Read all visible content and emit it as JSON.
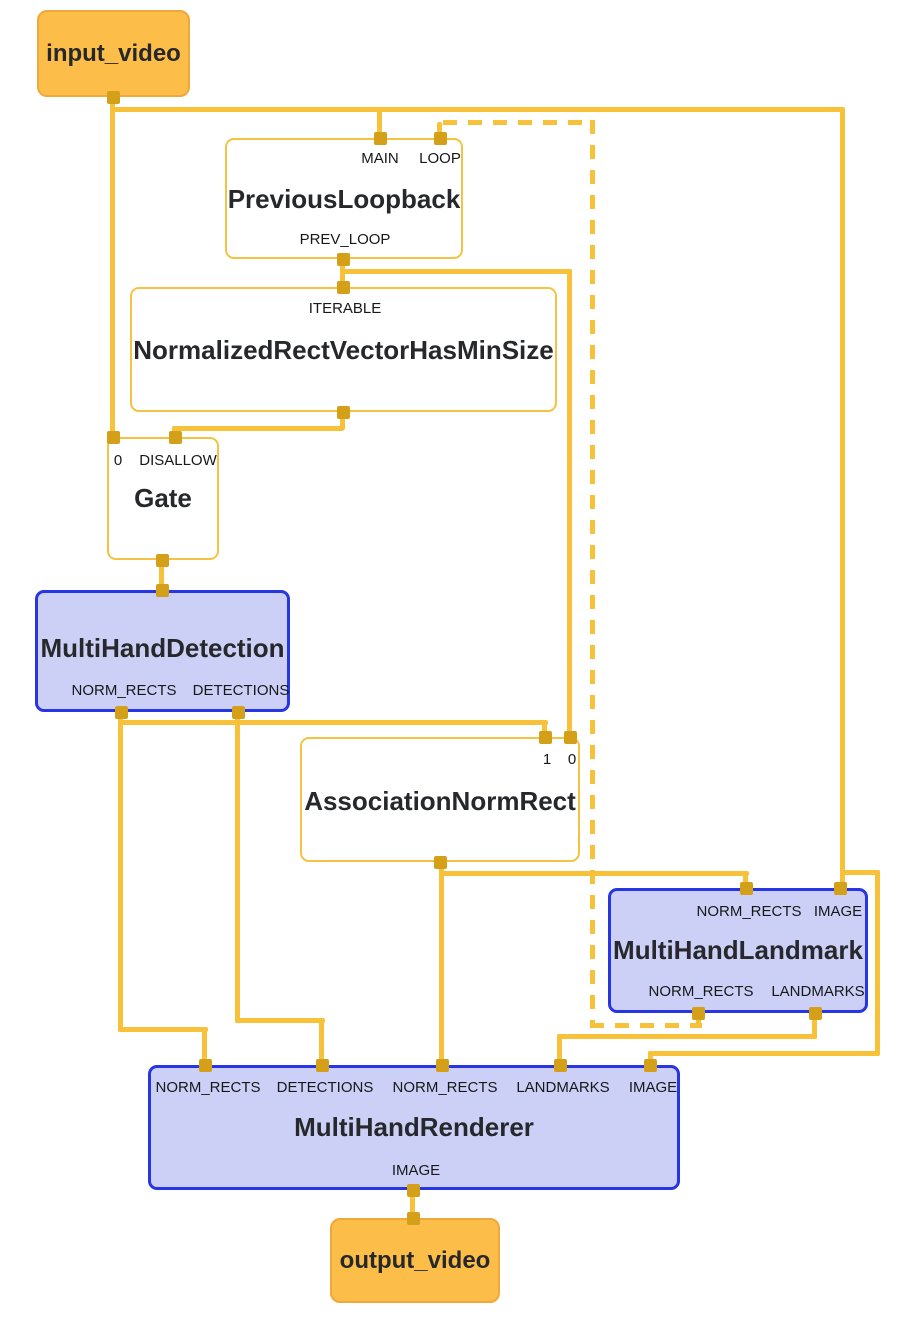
{
  "diagram": {
    "nodes": {
      "input_video": {
        "label": "input_video"
      },
      "previous_loopback": {
        "title": "PreviousLoopback",
        "in_main": "MAIN",
        "in_loop": "LOOP",
        "out_prev_loop": "PREV_LOOP"
      },
      "normalized_rect_vector_has_min_size": {
        "title": "NormalizedRectVectorHasMinSize",
        "in_iterable": "ITERABLE"
      },
      "gate": {
        "title": "Gate",
        "in_0": "0",
        "in_disallow": "DISALLOW"
      },
      "multi_hand_detection": {
        "title": "MultiHandDetection",
        "out_norm_rects": "NORM_RECTS",
        "out_detections": "DETECTIONS"
      },
      "association_norm_rect": {
        "title": "AssociationNormRect",
        "in_1": "1",
        "in_0": "0"
      },
      "multi_hand_landmark": {
        "title": "MultiHandLandmark",
        "in_norm_rects": "NORM_RECTS",
        "in_image": "IMAGE",
        "out_norm_rects": "NORM_RECTS",
        "out_landmarks": "LANDMARKS"
      },
      "multi_hand_renderer": {
        "title": "MultiHandRenderer",
        "in_norm_rects_1": "NORM_RECTS",
        "in_detections": "DETECTIONS",
        "in_norm_rects_2": "NORM_RECTS",
        "in_landmarks": "LANDMARKS",
        "in_image": "IMAGE",
        "out_image": "IMAGE"
      },
      "output_video": {
        "label": "output_video"
      }
    },
    "colors": {
      "edge": "#F8C13A",
      "port": "#D4A01A",
      "stream_node_fill": "#FCBE48",
      "stream_node_border": "#F0A73C",
      "calculator_node_border": "#F6C243",
      "subgraph_node_fill": "#CDD0F6",
      "subgraph_node_border": "#2735E2"
    }
  }
}
